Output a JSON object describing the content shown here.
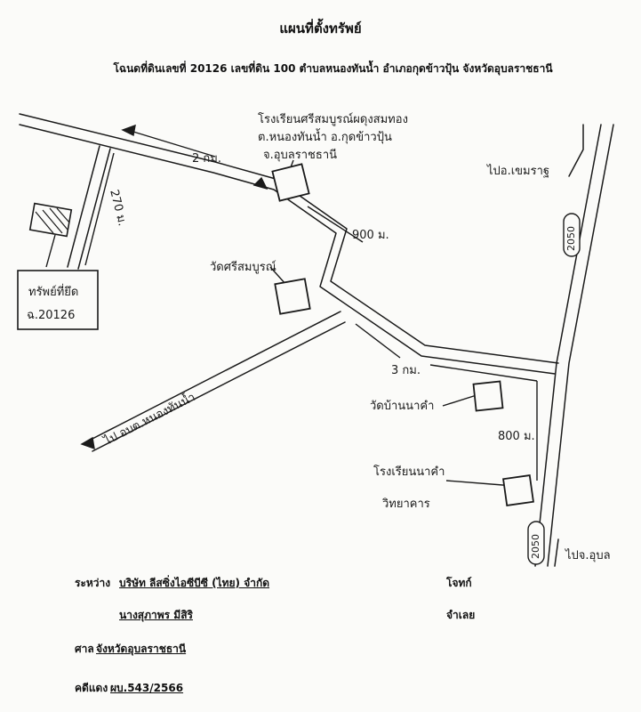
{
  "header": {
    "title": "แผนที่ตั้งทรัพย์",
    "subtitle": "โฉนดที่ดินเลขที่ 20126  เลขที่ดิน 100  ตำบลหนองทันน้ำ  อำเภอกุดข้าวปุ้น  จังหวัดอุบลราชธานี"
  },
  "map": {
    "labels": {
      "school_top_1": "โรงเรียนศรีสมบูรณ์ผดุงสมทอง",
      "school_top_2": "ต.หนองทันน้ำ อ.กุดข้าวปุ้น",
      "school_top_3": "จ.อุบลราชธานี",
      "wat_sri": "วัดศรีสมบูรณ์",
      "property_1": "ทรัพย์ที่ยึด",
      "property_2": "ฉ.20126",
      "dist_2km": "2 กม.",
      "dist_270m": "270 ม.",
      "dist_900m": "900 ม.",
      "dist_3km": "3 กม.",
      "dist_800m": "800 ม.",
      "to_phanom": "ไปอ.เขมราฐ",
      "to_nongthannam": "ไป อบต.หนองทันน้ำ",
      "wat_bannakham": "วัดบ้านนาคำ",
      "school_bottom_1": "โรงเรียนนาคำ",
      "school_bottom_2": "วิทยาคาร",
      "road_no_top": "2050",
      "road_no_bottom": "2050",
      "to_ubon": "ไปจ.อุบล"
    }
  },
  "footer": {
    "between_label": "ระหว่าง",
    "plaintiff": "บริษัท ลีสซิ่งไอซีบีซี (ไทย) จำกัด",
    "plaintiff_role": "โจทก์",
    "defendant": "นางสุภาพร  มีสิริ",
    "defendant_role": "จำเลย",
    "court_label": "ศาล",
    "court": "จังหวัดอุบลราชธานี",
    "case_label": "คดีแดง",
    "case_no": "ผบ.543/2566"
  }
}
